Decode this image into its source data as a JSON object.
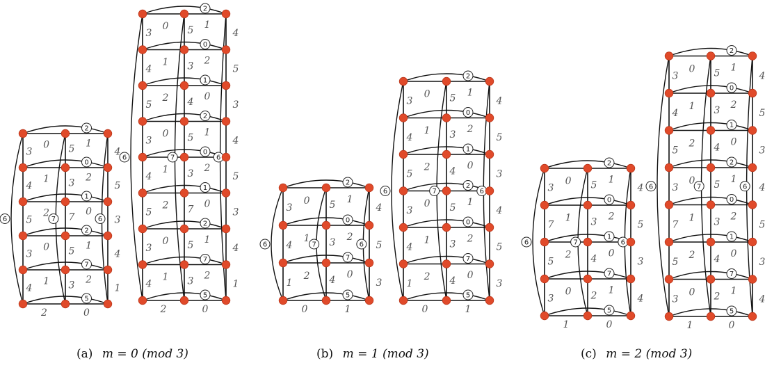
{
  "captions": [
    {
      "label": "(a)",
      "condition": "m = 0 (mod 3)"
    },
    {
      "label": "(b)",
      "condition": "m = 1 (mod 3)"
    },
    {
      "label": "(c)",
      "condition": "m = 2 (mod 3)"
    }
  ],
  "colors": {
    "node": "#e04a2a",
    "edge": "#111111",
    "edge_label": "#555555"
  },
  "graphs": [
    {
      "id": "a-small",
      "top_circle": "2",
      "rows": [
        {
          "left": "3",
          "mid": "0",
          "right_a": "5",
          "right_b": "1",
          "far": "4",
          "circle": "0"
        },
        {
          "left": "4",
          "mid": "1",
          "right_a": "3",
          "right_b": "2",
          "far": "5",
          "circle": "1"
        },
        {
          "left": "5",
          "mid": "2",
          "right_a": "7",
          "right_b": "0",
          "far": "3",
          "circle": "2"
        },
        {
          "left": "3",
          "mid": "0",
          "right_a": "5",
          "right_b": "1",
          "far": "4",
          "circle": "7"
        },
        {
          "left": "4",
          "mid": "1",
          "right_a": "3",
          "right_b": "2",
          "far": "1",
          "circle": "5"
        }
      ],
      "bottom": {
        "left": "2",
        "right": "0"
      },
      "side_circles": [
        "6",
        "7",
        "6"
      ]
    },
    {
      "id": "a-tall",
      "top_circle": "2",
      "rows": [
        {
          "left": "3",
          "mid": "0",
          "right_a": "5",
          "right_b": "1",
          "far": "4",
          "circle": "0"
        },
        {
          "left": "4",
          "mid": "1",
          "right_a": "3",
          "right_b": "2",
          "far": "5",
          "circle": "1"
        },
        {
          "left": "5",
          "mid": "2",
          "right_a": "4",
          "right_b": "0",
          "far": "3",
          "circle": "2"
        },
        {
          "left": "3",
          "mid": "0",
          "right_a": "5",
          "right_b": "1",
          "far": "4",
          "circle": "0"
        },
        {
          "left": "4",
          "mid": "1",
          "right_a": "3",
          "right_b": "2",
          "far": "5",
          "circle": "1"
        },
        {
          "left": "5",
          "mid": "2",
          "right_a": "7",
          "right_b": "0",
          "far": "3",
          "circle": "2"
        },
        {
          "left": "3",
          "mid": "0",
          "right_a": "5",
          "right_b": "1",
          "far": "4",
          "circle": "7"
        },
        {
          "left": "4",
          "mid": "1",
          "right_a": "3",
          "right_b": "2",
          "far": "1",
          "circle": "5"
        }
      ],
      "bottom": {
        "left": "2",
        "right": "0"
      },
      "side_circles": [
        "6",
        "7",
        "6"
      ]
    },
    {
      "id": "b-small",
      "top_circle": "2",
      "rows": [
        {
          "left": "3",
          "mid": "0",
          "right_a": "5",
          "right_b": "1",
          "far": "4",
          "circle": "0"
        },
        {
          "left": "4",
          "mid": "1",
          "right_a": "3",
          "right_b": "2",
          "far": "5",
          "circle": "7"
        },
        {
          "left": "1",
          "mid": "2",
          "right_a": "4",
          "right_b": "0",
          "far": "3",
          "circle": "5"
        }
      ],
      "bottom": {
        "left": "0",
        "right": "1"
      },
      "side_circles": [
        "6",
        "7",
        "6"
      ]
    },
    {
      "id": "b-tall",
      "top_circle": "2",
      "rows": [
        {
          "left": "3",
          "mid": "0",
          "right_a": "5",
          "right_b": "1",
          "far": "4",
          "circle": "0"
        },
        {
          "left": "4",
          "mid": "1",
          "right_a": "3",
          "right_b": "2",
          "far": "5",
          "circle": "1"
        },
        {
          "left": "5",
          "mid": "2",
          "right_a": "4",
          "right_b": "0",
          "far": "3",
          "circle": "2"
        },
        {
          "left": "3",
          "mid": "0",
          "right_a": "5",
          "right_b": "1",
          "far": "4",
          "circle": "0"
        },
        {
          "left": "4",
          "mid": "1",
          "right_a": "3",
          "right_b": "2",
          "far": "5",
          "circle": "7"
        },
        {
          "left": "1",
          "mid": "2",
          "right_a": "4",
          "right_b": "0",
          "far": "3",
          "circle": "5"
        }
      ],
      "bottom": {
        "left": "0",
        "right": "1"
      },
      "side_circles": [
        "6",
        "7",
        "6"
      ]
    },
    {
      "id": "c-small",
      "top_circle": "2",
      "rows": [
        {
          "left": "3",
          "mid": "0",
          "right_a": "5",
          "right_b": "1",
          "far": "4",
          "circle": "0"
        },
        {
          "left": "7",
          "mid": "1",
          "right_a": "3",
          "right_b": "2",
          "far": "5",
          "circle": "1"
        },
        {
          "left": "5",
          "mid": "2",
          "right_a": "4",
          "right_b": "0",
          "far": "3",
          "circle": "7"
        },
        {
          "left": "3",
          "mid": "0",
          "right_a": "2",
          "right_b": "1",
          "far": "4",
          "circle": "5"
        }
      ],
      "bottom": {
        "left": "1",
        "right": "0"
      },
      "side_circles": [
        "6",
        "7",
        "6"
      ]
    },
    {
      "id": "c-tall",
      "top_circle": "2",
      "rows": [
        {
          "left": "3",
          "mid": "0",
          "right_a": "5",
          "right_b": "1",
          "far": "4",
          "circle": "0"
        },
        {
          "left": "4",
          "mid": "1",
          "right_a": "3",
          "right_b": "2",
          "far": "5",
          "circle": "1"
        },
        {
          "left": "5",
          "mid": "2",
          "right_a": "4",
          "right_b": "0",
          "far": "3",
          "circle": "2"
        },
        {
          "left": "3",
          "mid": "0",
          "right_a": "5",
          "right_b": "1",
          "far": "4",
          "circle": "0"
        },
        {
          "left": "7",
          "mid": "1",
          "right_a": "3",
          "right_b": "2",
          "far": "5",
          "circle": "1"
        },
        {
          "left": "5",
          "mid": "2",
          "right_a": "4",
          "right_b": "0",
          "far": "3",
          "circle": "7"
        },
        {
          "left": "3",
          "mid": "0",
          "right_a": "2",
          "right_b": "1",
          "far": "4",
          "circle": "5"
        }
      ],
      "bottom": {
        "left": "1",
        "right": "0"
      },
      "side_circles": [
        "6",
        "7",
        "6"
      ]
    }
  ]
}
